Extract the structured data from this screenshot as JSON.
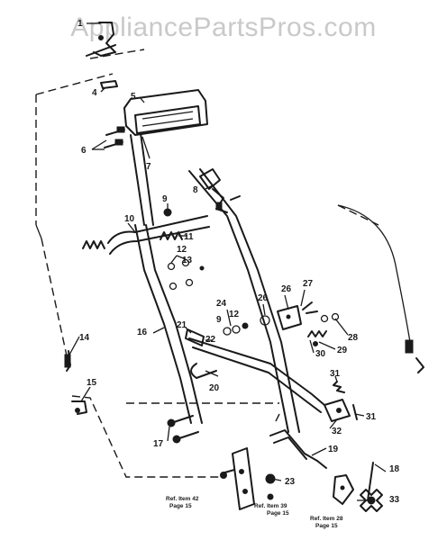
{
  "watermark": "AppliancePartsPros.com",
  "callouts": [
    {
      "id": "c1",
      "label": "1"
    },
    {
      "id": "c4",
      "label": "4"
    },
    {
      "id": "c5",
      "label": "5"
    },
    {
      "id": "c6",
      "label": "6"
    },
    {
      "id": "c7",
      "label": "7"
    },
    {
      "id": "c8",
      "label": "8"
    },
    {
      "id": "c9a",
      "label": "9"
    },
    {
      "id": "c10",
      "label": "10"
    },
    {
      "id": "c11",
      "label": "11"
    },
    {
      "id": "c12a",
      "label": "12"
    },
    {
      "id": "c13",
      "label": "13"
    },
    {
      "id": "c14",
      "label": "14"
    },
    {
      "id": "c15",
      "label": "15"
    },
    {
      "id": "c16",
      "label": "16"
    },
    {
      "id": "c17",
      "label": "17"
    },
    {
      "id": "c18",
      "label": "18"
    },
    {
      "id": "c19",
      "label": "19"
    },
    {
      "id": "c20",
      "label": "20"
    },
    {
      "id": "c21",
      "label": "21"
    },
    {
      "id": "c22",
      "label": "22"
    },
    {
      "id": "c23",
      "label": "23"
    },
    {
      "id": "c24",
      "label": "24"
    },
    {
      "id": "c9b",
      "label": "9"
    },
    {
      "id": "c12b",
      "label": "12"
    },
    {
      "id": "c26a",
      "label": "26"
    },
    {
      "id": "c26b",
      "label": "26"
    },
    {
      "id": "c27",
      "label": "27"
    },
    {
      "id": "c28",
      "label": "28"
    },
    {
      "id": "c29",
      "label": "29"
    },
    {
      "id": "c30",
      "label": "30"
    },
    {
      "id": "c31a",
      "label": "31"
    },
    {
      "id": "c31b",
      "label": "31"
    },
    {
      "id": "c32",
      "label": "32"
    },
    {
      "id": "c33",
      "label": "33"
    }
  ],
  "references": [
    {
      "id": "r42",
      "line1": "Ref. Item 42",
      "line2": "Page 15"
    },
    {
      "id": "r39",
      "line1": "Ref. Item 39",
      "line2": "Page 15"
    },
    {
      "id": "r28",
      "line1": "Ref. Item 28",
      "line2": "Page 15"
    }
  ]
}
